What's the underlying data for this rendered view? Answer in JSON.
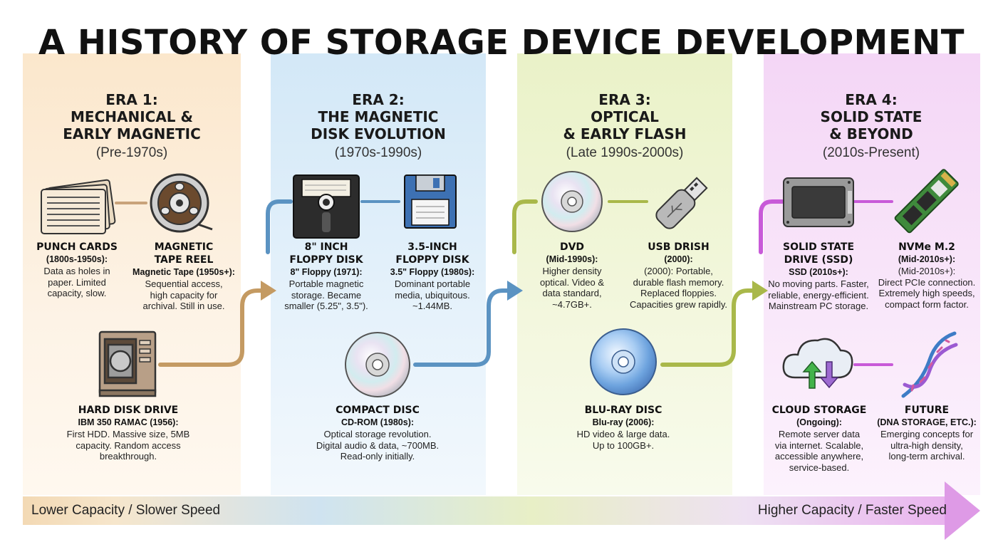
{
  "title": "A HISTORY OF STORAGE DEVICE DEVELOPMENT",
  "colors": {
    "era1": "#c49a62",
    "era2": "#5b93c2",
    "era3": "#a9b84a",
    "era4": "#c85ad8"
  },
  "eras": [
    {
      "title_lines": [
        "ERA 1:",
        "MECHANICAL &",
        "EARLY MAGNETIC"
      ],
      "period": "(Pre-1970s)",
      "items": [
        {
          "icon": "punch-cards-icon",
          "name_lines": [
            "PUNCH CARDS"
          ],
          "sub": "(1800s-1950s):",
          "desc_lines": [
            "Data as holes in",
            "paper. Limited",
            "capacity, slow."
          ]
        },
        {
          "icon": "tape-reel-icon",
          "name_lines": [
            "MAGNETIC",
            "TAPE REEL"
          ],
          "sub": "Magnetic Tape (1950s+):",
          "desc_lines": [
            "Sequential access,",
            "high capacity for",
            "archival. Still in use."
          ]
        },
        {
          "icon": "hard-disk-drive-icon",
          "name_lines": [
            "HARD DISK DRIVE"
          ],
          "sub": "IBM 350 RAMAC (1956):",
          "desc_lines": [
            "First HDD. Massive size, 5MB",
            "capacity. Random access",
            "breakthrough."
          ]
        }
      ]
    },
    {
      "title_lines": [
        "ERA 2:",
        "THE MAGNETIC",
        "DISK EVOLUTION"
      ],
      "period": "(1970s-1990s)",
      "items": [
        {
          "icon": "floppy-8-inch-icon",
          "name_lines": [
            "8\" INCH",
            "FLOPPY DISK"
          ],
          "sub": "8\" Floppy (1971):",
          "desc_lines": [
            "Portable magnetic",
            "storage. Became",
            "smaller (5.25\", 3.5\")."
          ]
        },
        {
          "icon": "floppy-3-5-inch-icon",
          "name_lines": [
            "3.5-INCH",
            "FLOPPY DISK"
          ],
          "sub": "3.5\" Floppy (1980s):",
          "desc_lines": [
            "Dominant portable",
            "media, ubiquitous.",
            "~1.44MB."
          ]
        },
        {
          "icon": "compact-disc-icon",
          "name_lines": [
            "COMPACT DISC"
          ],
          "sub": "CD-ROM (1980s):",
          "desc_lines": [
            "Optical storage revolution.",
            "Digital audio & data, ~700MB.",
            "Read-only initially."
          ]
        }
      ]
    },
    {
      "title_lines": [
        "ERA 3:",
        "OPTICAL",
        "& EARLY FLASH"
      ],
      "period": "(Late 1990s-2000s)",
      "items": [
        {
          "icon": "dvd-icon",
          "name_lines": [
            "DVD"
          ],
          "sub": "(Mid-1990s):",
          "desc_lines": [
            "Higher density",
            "optical. Video &",
            "data standard,",
            "~4.7GB+."
          ]
        },
        {
          "icon": "usb-drive-icon",
          "name_lines": [
            "USB DRISH"
          ],
          "sub": "(2000):",
          "desc_lines": [
            "(2000): Portable,",
            "durable flash memory.",
            "Replaced floppies.",
            "Capacities grew rapidly."
          ]
        },
        {
          "icon": "blu-ray-disc-icon",
          "name_lines": [
            "BLU-RAY DISC"
          ],
          "sub": "Blu-ray (2006):",
          "desc_lines": [
            "HD video & large data.",
            "Up to 100GB+."
          ]
        }
      ]
    },
    {
      "title_lines": [
        "ERA 4:",
        "SOLID STATE",
        "& BEYOND"
      ],
      "period": "(2010s-Present)",
      "items": [
        {
          "icon": "ssd-icon",
          "name_lines": [
            "SOLID STATE",
            "DRIVE (SSD)"
          ],
          "sub": "SSD (2010s+):",
          "desc_lines": [
            "No moving parts. Faster,",
            "reliable, energy-efficient.",
            "Mainstream PC storage."
          ]
        },
        {
          "icon": "nvme-m2-icon",
          "name_lines": [
            "NVMe M.2"
          ],
          "sub": "(Mid-2010s+):",
          "desc_lines": [
            "(Mid-2010s+):",
            "Direct PCIe connection.",
            "Extremely high speeds,",
            "compact form factor."
          ]
        },
        {
          "icon": "cloud-storage-icon",
          "name_lines": [
            "CLOUD STORAGE"
          ],
          "sub": "(Ongoing):",
          "desc_lines": [
            "Remote server data",
            "via internet. Scalable,",
            "accessible anywhere,",
            "service-based."
          ]
        },
        {
          "icon": "dna-storage-icon",
          "name_lines": [
            "FUTURE"
          ],
          "sub": "(DNA STORAGE, ETC.):",
          "desc_lines": [
            "Emerging concepts for",
            "ultra-high density,",
            "long-term archival."
          ]
        }
      ]
    }
  ],
  "scale": {
    "left_label": "Lower Capacity / Slower Speed",
    "right_label": "Higher Capacity / Faster Speed"
  }
}
